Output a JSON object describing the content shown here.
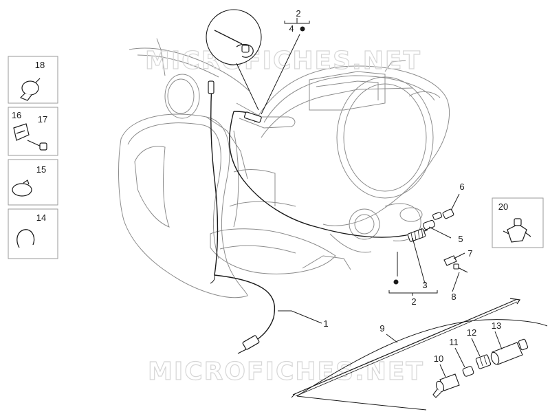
{
  "watermark": "MICROFICHES.NET",
  "callouts": {
    "c1": "1",
    "c2_top": "2",
    "c2_bottom": "2",
    "c3": "3",
    "c4": "4",
    "c5": "5",
    "c6": "6",
    "c7": "7",
    "c8": "8",
    "c9": "9",
    "c10": "10",
    "c11": "11",
    "c12": "12",
    "c13": "13",
    "c14": "14",
    "c15": "15",
    "c16": "16",
    "c17": "17",
    "c18": "18",
    "c20": "20"
  },
  "colors": {
    "line": "#1a1a1a",
    "sketch": "#8c8c8c",
    "watermark": "#d6d6d6",
    "box": "#9a9a9a"
  }
}
